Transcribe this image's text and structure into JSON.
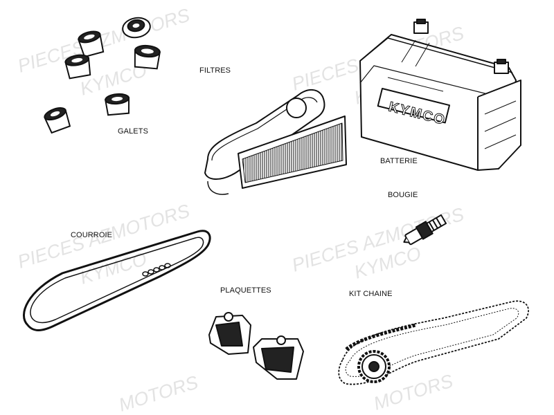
{
  "labels": {
    "galets": "GALETS",
    "filtres": "FILTRES",
    "batterie": "BATTERIE",
    "bougie": "BOUGIE",
    "courroie": "COURROIE",
    "plaquettes": "PLAQUETTES",
    "kit_chaine": "KIT CHAINE"
  },
  "watermark": {
    "brand_line": "PIECES AZMOTORS",
    "brand_short": "MOTORS",
    "maker": "KYMCO"
  },
  "battery": {
    "brand": "KYMCO"
  },
  "colors": {
    "ink": "#111111",
    "watermark": "#e3e3e3"
  }
}
